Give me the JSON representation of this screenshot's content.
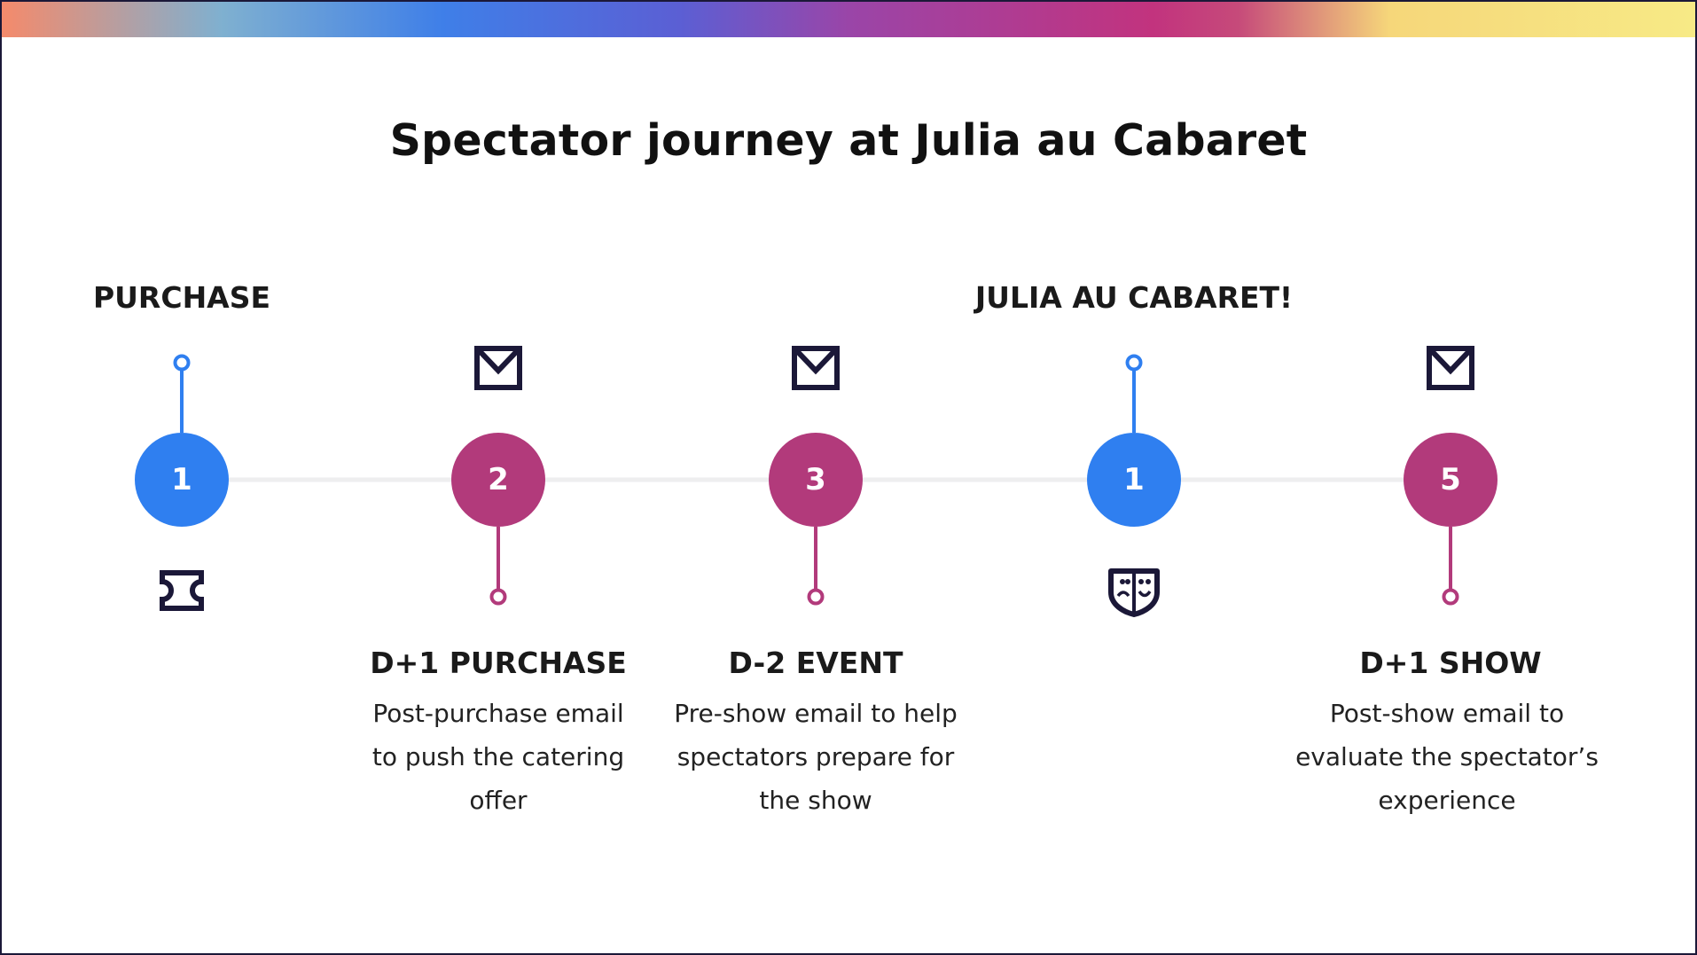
{
  "title": "Spectator journey at Julia au Cabaret",
  "colors": {
    "blue": "#2f7ff0",
    "magenta": "#b23a7b",
    "track": "#eeeeef",
    "icon": "#1b1838"
  },
  "milestones": [
    {
      "label": "PURCHASE",
      "icon": "ticket-icon"
    },
    {
      "label": "JULIA AU CABARET!",
      "icon": "theater-masks-icon"
    }
  ],
  "steps": [
    {
      "number": "1",
      "color": "blue",
      "icon": "ticket-icon",
      "heading": "",
      "description": ""
    },
    {
      "number": "2",
      "color": "magenta",
      "icon": "mail-icon",
      "heading": "D+1 PURCHASE",
      "description": "Post-purchase email to push the catering offer"
    },
    {
      "number": "3",
      "color": "magenta",
      "icon": "mail-icon",
      "heading": "D-2 EVENT",
      "description": "Pre-show email to help spectators prepare for the show"
    },
    {
      "number": "1",
      "color": "blue",
      "icon": "theater-masks-icon",
      "heading": "",
      "description": ""
    },
    {
      "number": "5",
      "color": "magenta",
      "icon": "mail-icon",
      "heading": "D+1 SHOW",
      "description": "Post-show email to evaluate the spectator’s experience"
    }
  ]
}
